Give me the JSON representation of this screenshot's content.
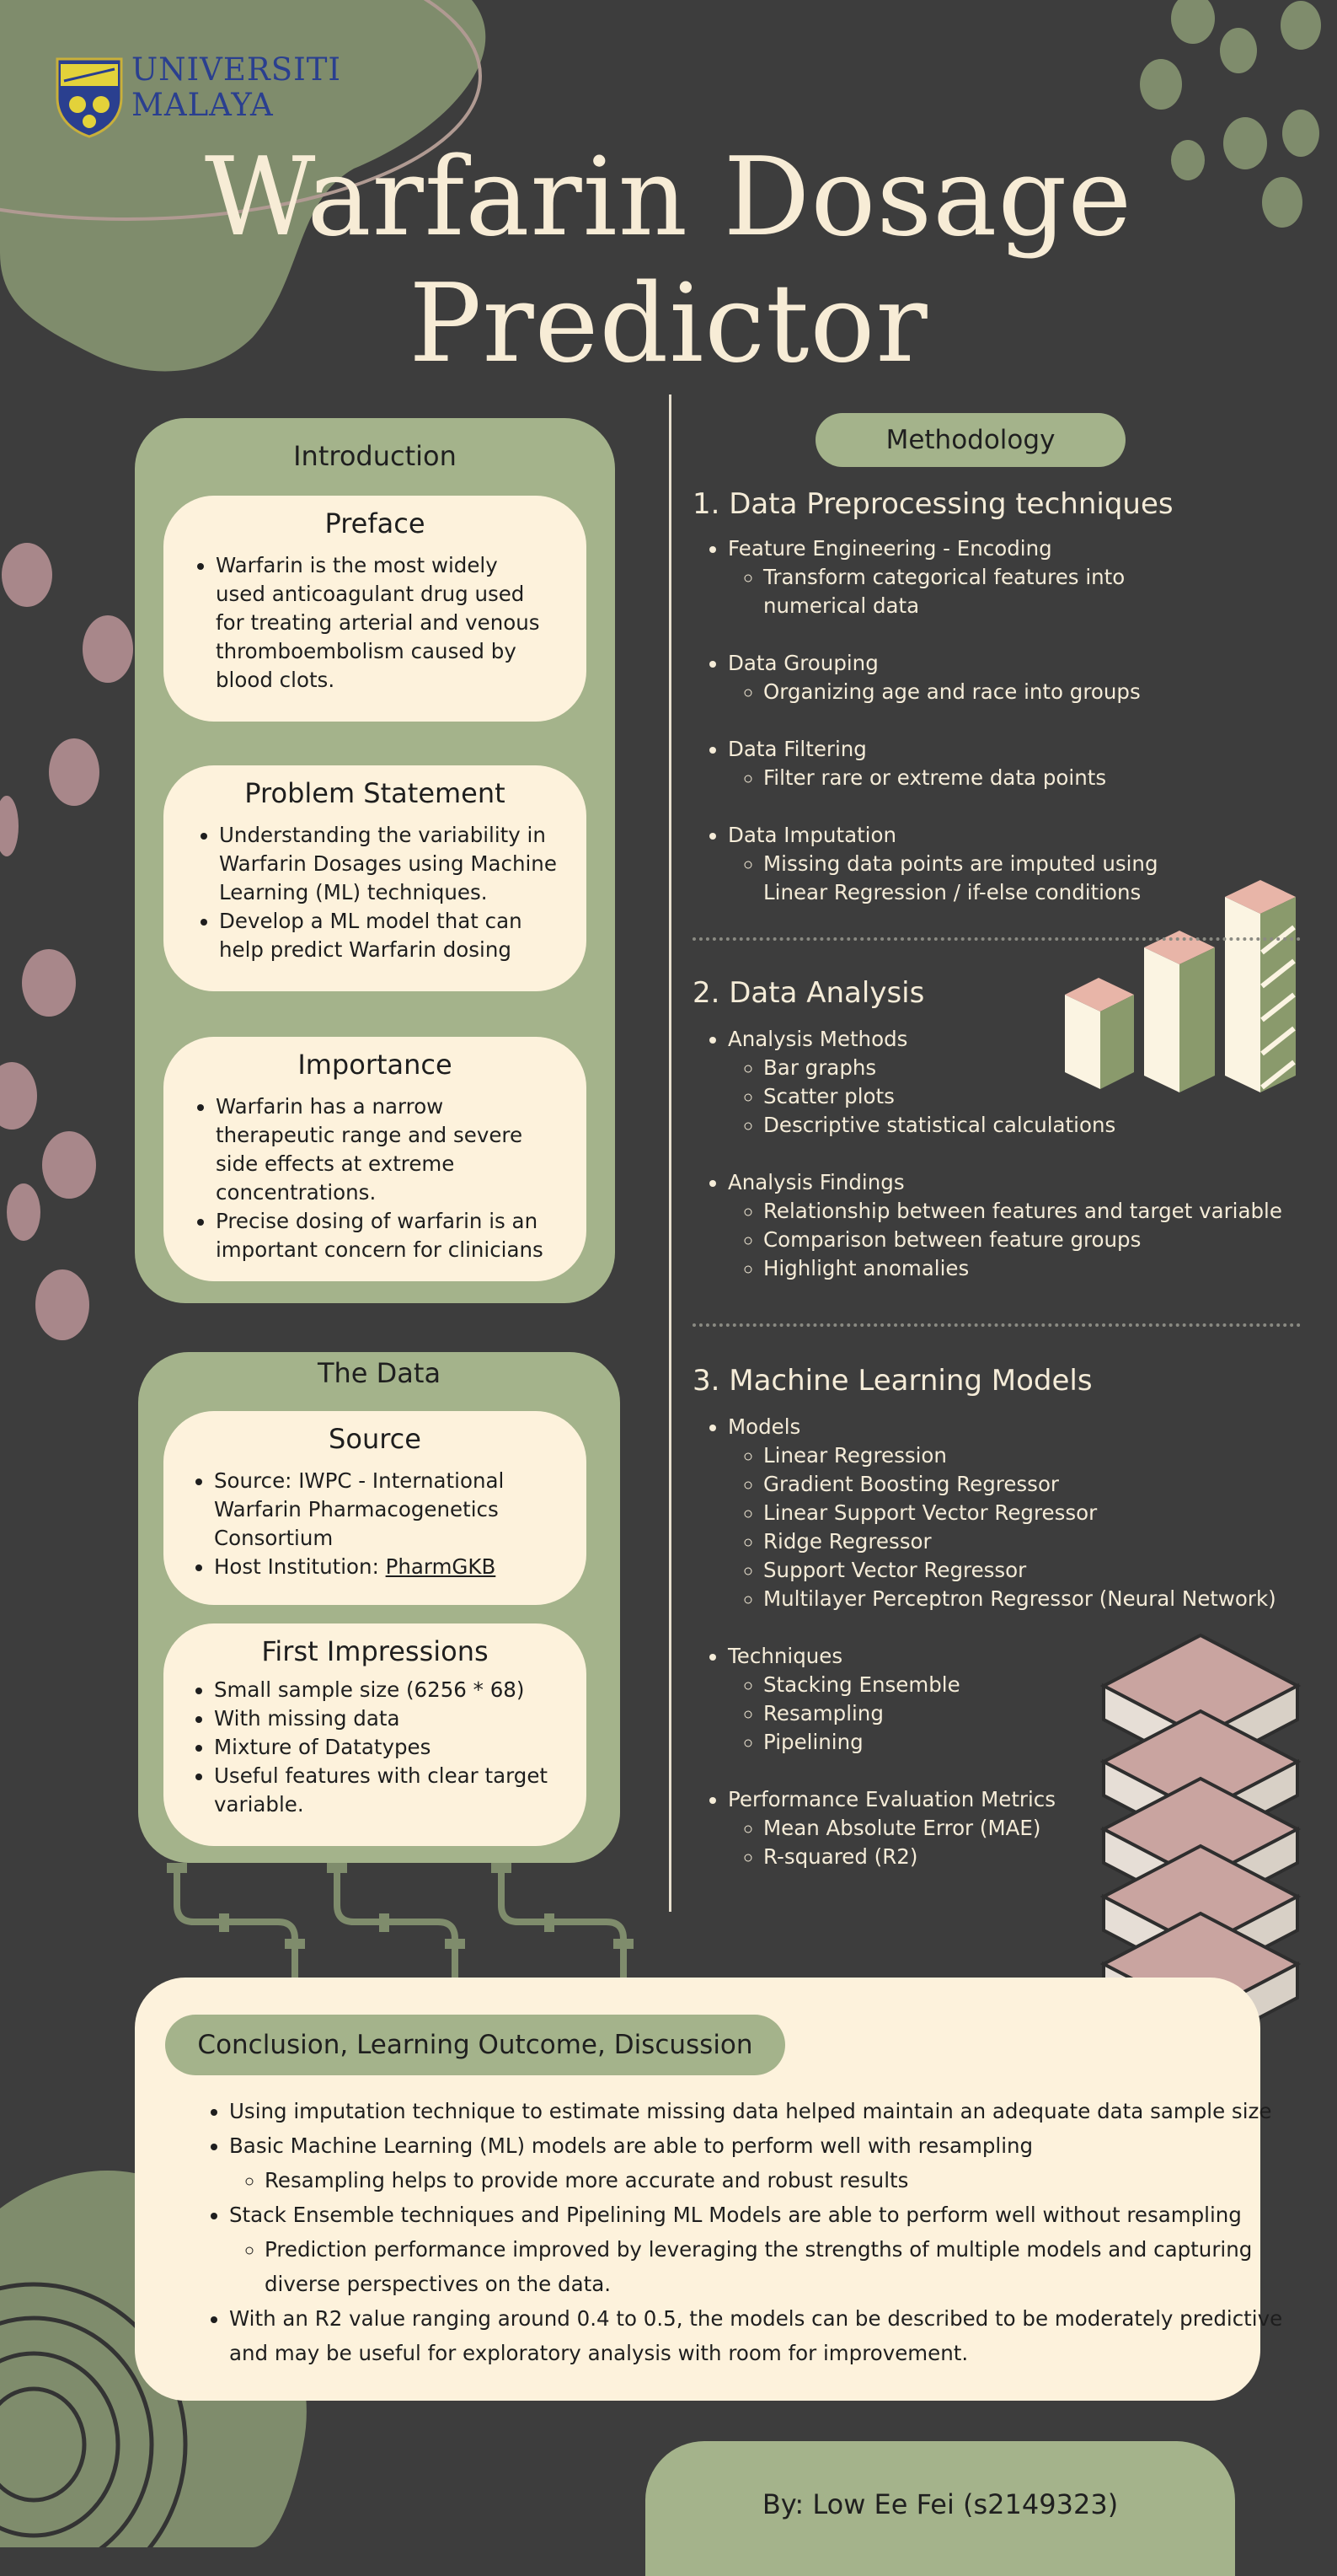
{
  "logo": {
    "line1": "UNIVERSITI",
    "line2": "MALAYA"
  },
  "title": {
    "line1": "Warfarin Dosage",
    "line2": "Predictor"
  },
  "introduction": {
    "title": "Introduction",
    "preface": {
      "title": "Preface",
      "bullets": [
        "Warfarin is the most widely used anticoagulant drug used for treating arterial and venous thromboembolism caused by blood clots."
      ]
    },
    "problem": {
      "title": "Problem Statement",
      "bullets": [
        "Understanding the variability in Warfarin Dosages using Machine Learning (ML) techniques.",
        "Develop a ML model that can help predict Warfarin dosing"
      ]
    },
    "importance": {
      "title": "Importance",
      "bullets": [
        "Warfarin has a narrow therapeutic range and severe side effects at extreme concentrations.",
        "Precise dosing of warfarin is an important concern for clinicians"
      ]
    }
  },
  "data": {
    "title": "The Data",
    "source": {
      "title": "Source",
      "bullet1": "Source: IWPC - International Warfarin Pharmacogenetics Consortium",
      "bullet2_prefix": "Host Institution: ",
      "bullet2_link": "PharmGKB"
    },
    "impressions": {
      "title": "First Impressions",
      "bullets": [
        "Small sample size (6256 * 68)",
        "With missing data",
        "Mixture of Datatypes",
        "Useful features with clear target variable."
      ]
    }
  },
  "methodology": {
    "title": "Methodology",
    "sec1": {
      "heading": "1.  Data Preprocessing techniques",
      "items": [
        {
          "label": "Feature Engineering - Encoding",
          "sub": [
            "Transform categorical features into numerical data"
          ]
        },
        {
          "label": "Data Grouping",
          "sub": [
            "Organizing age and  race into groups"
          ]
        },
        {
          "label": "Data Filtering",
          "sub": [
            "Filter rare or extreme data points"
          ]
        },
        {
          "label": "Data Imputation",
          "sub": [
            "Missing data points are imputed using Linear Regression / if-else conditions"
          ]
        }
      ]
    },
    "sec2": {
      "heading": "2.  Data Analysis",
      "items": [
        {
          "label": "Analysis Methods",
          "sub": [
            "Bar graphs",
            "Scatter plots",
            "Descriptive statistical calculations"
          ]
        },
        {
          "label": "Analysis Findings",
          "sub": [
            "Relationship between features and target variable",
            "Comparison between feature groups",
            "Highlight anomalies"
          ]
        }
      ]
    },
    "sec3": {
      "heading": "3.  Machine Learning Models",
      "items": [
        {
          "label": "Models",
          "sub": [
            "Linear Regression",
            "Gradient Boosting Regressor",
            "Linear Support Vector Regressor",
            "Ridge Regressor",
            "Support Vector Regressor",
            " Multilayer Perceptron Regressor (Neural Network)"
          ]
        },
        {
          "label": "Techniques",
          "sub": [
            "Stacking Ensemble",
            "Resampling",
            "Pipelining"
          ]
        },
        {
          "label": "Performance Evaluation Metrics",
          "sub": [
            "Mean Absolute Error (MAE)",
            "R-squared (R2)"
          ]
        }
      ]
    }
  },
  "conclusion": {
    "title": "Conclusion, Learning Outcome, Discussion",
    "b1": "Using imputation technique to estimate missing data helped maintain an adequate data sample size",
    "b2": "Basic Machine Learning (ML) models are able to perform well with resampling",
    "b2_sub": "Resampling helps to provide more accurate and robust results",
    "b3": "Stack Ensemble techniques and Pipelining ML Models are able to perform well without resampling",
    "b3_sub": "Prediction performance improved by leveraging the strengths of multiple models and capturing diverse perspectives on the data.",
    "b4": "With an R2 value ranging around 0.4 to 0.5, the models can be described to be moderately predictive and may be useful for exploratory analysis with room for improvement."
  },
  "author": "By: Low Ee Fei (s2149323)",
  "colors": {
    "background": "#3d3d3d",
    "sage": "#a4b38b",
    "cream": "#fdf2dc",
    "rose": "#a8878a",
    "text_light": "#f5ecd8"
  }
}
